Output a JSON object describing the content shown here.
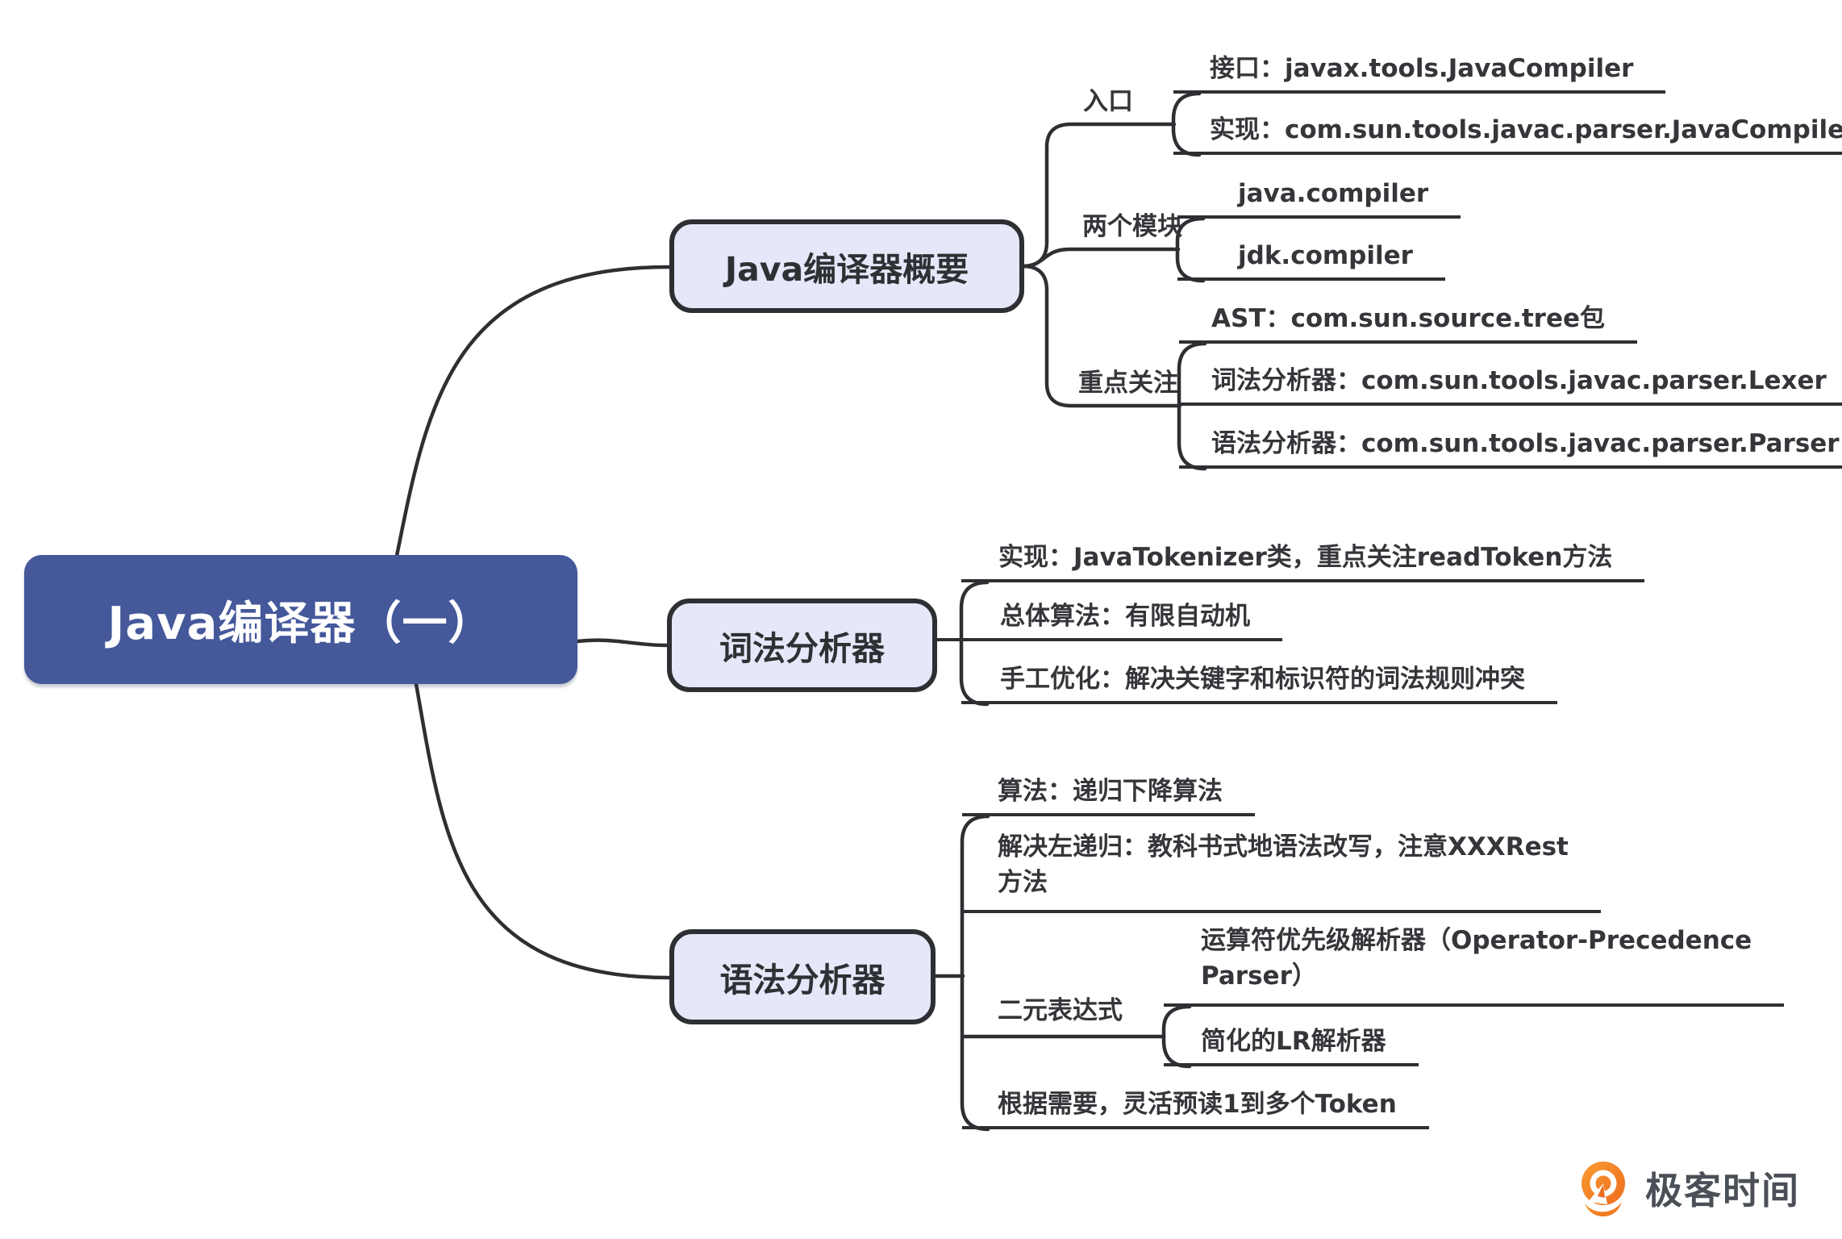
{
  "root": {
    "label": "Java编译器（一）"
  },
  "overview": {
    "label": "Java编译器概要",
    "entry": {
      "label": "入口",
      "children": [
        "接口：javax.tools.JavaCompiler",
        "实现：com.sun.tools.javac.parser.JavaCompiler"
      ]
    },
    "modules": {
      "label": "两个模块",
      "children": [
        "java.compiler",
        "jdk.compiler"
      ]
    },
    "focus": {
      "label": "重点关注",
      "children": [
        "AST：com.sun.source.tree包",
        "词法分析器：com.sun.tools.javac.parser.Lexer",
        "语法分析器：com.sun.tools.javac.parser.Parser"
      ]
    }
  },
  "lexer": {
    "label": "词法分析器",
    "children": [
      "实现：JavaTokenizer类，重点关注readToken方法",
      "总体算法：有限自动机",
      "手工优化：解决关键字和标识符的词法规则冲突"
    ]
  },
  "parser": {
    "label": "语法分析器",
    "children": [
      "算法：递归下降算法",
      "解决左递归：教科书式地语法改写，注意XXXRest\n方法"
    ],
    "binary": {
      "label": "二元表达式",
      "children": [
        "运算符优先级解析器（Operator-Precedence\nParser）",
        "简化的LR解析器"
      ]
    },
    "lookahead": "根据需要，灵活预读1到多个Token"
  },
  "logo": {
    "text": "极客时间"
  },
  "colors": {
    "root_fill": "#44589a",
    "branch_fill": "#e4e8f8",
    "line": "#2e2f33",
    "logo_orange": "#ee6c1e",
    "logo_orange_light": "#f99b31"
  }
}
